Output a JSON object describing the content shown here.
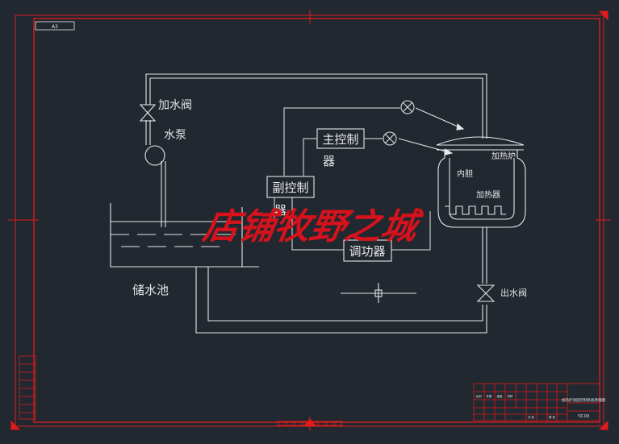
{
  "sheet": {
    "size_label": "A3",
    "drawing_no": "YZ-00"
  },
  "labels": {
    "add_valve": "加水阀",
    "pump": "水泵",
    "main_controller_top": "主控制",
    "main_controller_bottom": "器",
    "sub_controller_top": "副控制",
    "sub_controller_bottom": "器",
    "power_regulator": "调功器",
    "tank": "储水池",
    "furnace": "加热炉",
    "liner": "内胆",
    "heater": "加热器",
    "outlet_valve": "出水阀"
  },
  "watermark": "店铺牧野之城",
  "title_block": {
    "title": "加热炉温度控制系统原理图",
    "left_cells": [
      "比例",
      "件数",
      "重量",
      "材料",
      "共 张",
      "第 张"
    ]
  },
  "colors": {
    "background": "#212830",
    "frame": "#e01b1b",
    "lines": "#e6e6e6",
    "watermark": "#d6121c"
  }
}
